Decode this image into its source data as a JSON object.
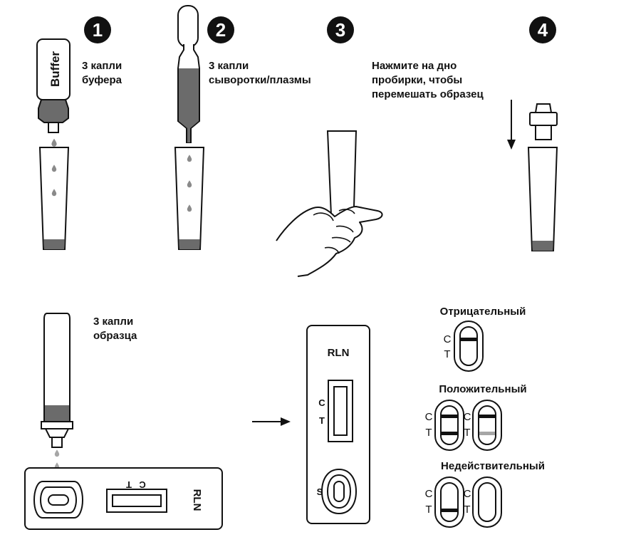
{
  "steps": [
    {
      "number": "1",
      "text_lines": [
        "3 капли",
        "буфера"
      ]
    },
    {
      "number": "2",
      "text_lines": [
        "3 капли",
        "сыворотки/плазмы"
      ]
    },
    {
      "number": "3",
      "text_lines": []
    },
    {
      "number": "4",
      "text_lines": [
        "Нажмите на дно",
        "пробирки, чтобы",
        "перемешать образец"
      ]
    }
  ],
  "buffer_bottle_label": "Buffer",
  "sample_step": {
    "text_lines": [
      "3 капли",
      "образца"
    ]
  },
  "device": {
    "name": "RLN",
    "control_mark": "C",
    "test_mark": "T",
    "sample_mark": "S"
  },
  "results": {
    "negative": "Отрицательный",
    "positive": "Положительный",
    "invalid": "Недействительный",
    "c_mark": "C",
    "t_mark": "T"
  },
  "colors": {
    "fill_dark": "#6b6b6b",
    "fill_light": "#a6a6a6",
    "outline": "#111111"
  }
}
